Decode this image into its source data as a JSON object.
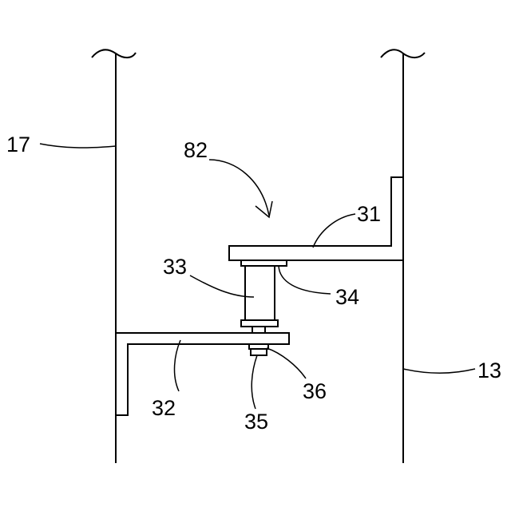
{
  "figure": {
    "labels": {
      "wall_left": "17",
      "wall_right": "13",
      "assembly": "82",
      "upper_bracket": "31",
      "lower_bracket": "32",
      "cylinder": "33",
      "upper_plate": "34",
      "bolt": "35",
      "nut": "36"
    }
  }
}
